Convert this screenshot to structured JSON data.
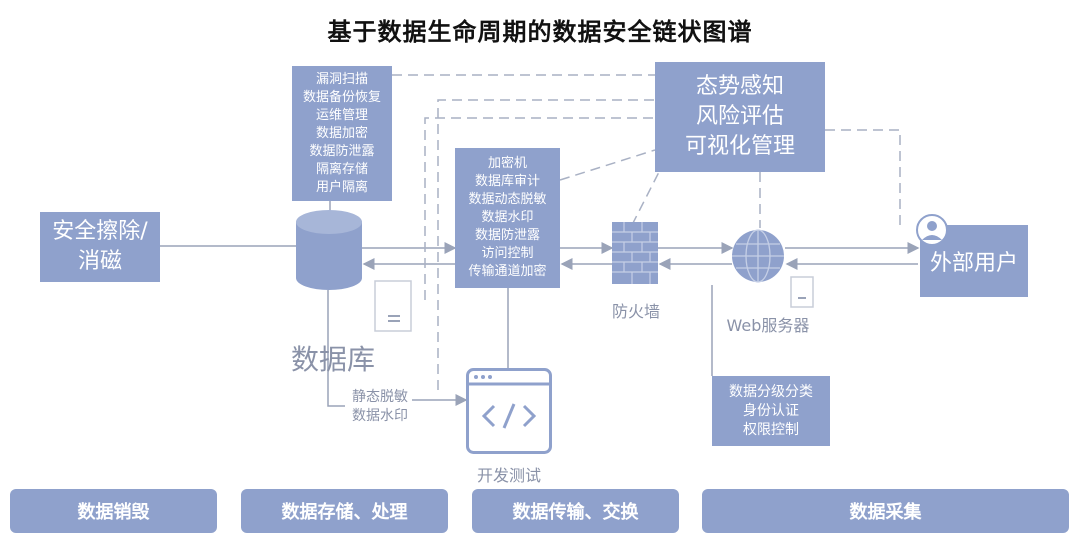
{
  "title": "基于数据生命周期的数据安全链状图谱",
  "boxes": {
    "secure_erase": [
      "安全擦除/",
      "消磁"
    ],
    "storage_controls": [
      "漏洞扫描",
      "数据备份恢复",
      "运维管理",
      "数据加密",
      "数据防泄露",
      "隔离存储",
      "用户隔离"
    ],
    "transfer_controls": [
      "加密机",
      "数据库审计",
      "数据动态脱敏",
      "数据水印",
      "数据防泄露",
      "访问控制",
      "传输通道加密"
    ],
    "situational": [
      "态势感知",
      "风险评估",
      "可视化管理"
    ],
    "collection_controls": [
      "数据分级分类",
      "身份认证",
      "权限控制"
    ],
    "dev_controls": [
      "静态脱敏",
      "数据水印"
    ],
    "external_user": "外部用户"
  },
  "labels": {
    "database": "数据库",
    "firewall": "防火墙",
    "web_server": "Web服务器",
    "dev_test": "开发测试"
  },
  "stages": [
    "数据销毁",
    "数据存储、处理",
    "数据传输、交换",
    "数据采集"
  ]
}
